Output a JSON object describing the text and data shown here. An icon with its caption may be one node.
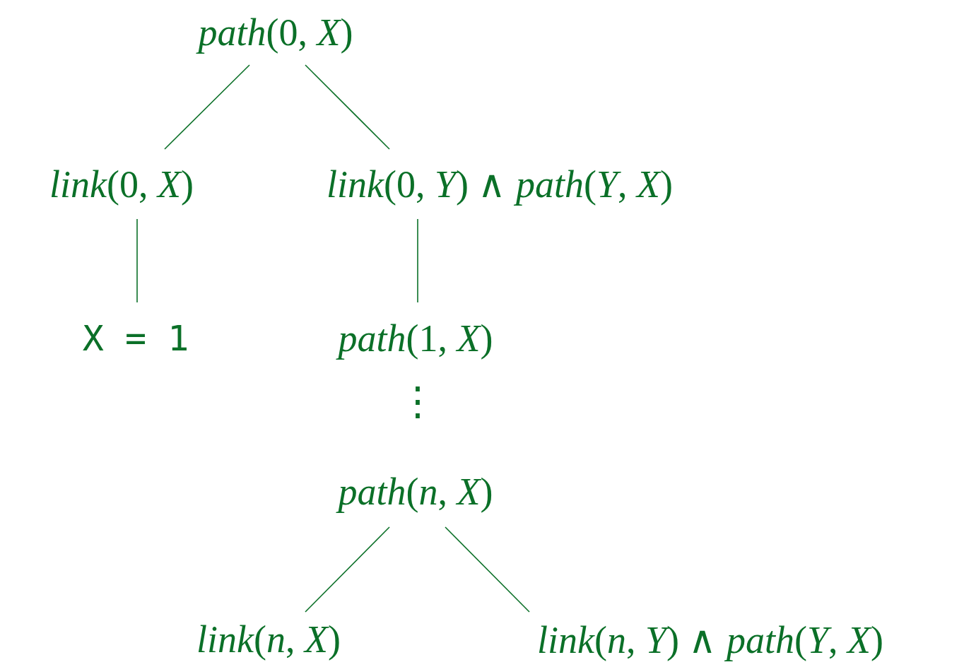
{
  "diagram": {
    "nodes": [
      {
        "text": [
          "*path*(0, *X*)"
        ]
      },
      {
        "text": [
          "*link*(0, *X*)"
        ]
      },
      {
        "text": [
          "*link*(0, *Y*) ∧ *path*(*Y*, *X*)"
        ]
      },
      {
        "text": [
          "X = 1"
        ]
      },
      {
        "text": [
          "*path*(1, *X*)"
        ]
      },
      {
        "text": [
          "*path*(*n*, *X*)"
        ]
      },
      {
        "text": [
          "*link*(*n*, *X*)"
        ]
      },
      {
        "text": [
          "*link*(*n*, *Y*) ∧ *path*(*Y*, *X*)"
        ]
      }
    ],
    "edges": [
      {
        "from": 0,
        "to": 1,
        "arrow": "none"
      },
      {
        "from": 0,
        "to": 2,
        "arrow": "none"
      },
      {
        "from": 1,
        "to": 3,
        "arrow": "none"
      },
      {
        "from": 2,
        "to": 4,
        "arrow": "none"
      },
      {
        "from": 5,
        "to": 6,
        "arrow": "none"
      },
      {
        "from": 5,
        "to": 7,
        "arrow": "none"
      }
    ],
    "labels": [
      "⋮"
    ]
  }
}
